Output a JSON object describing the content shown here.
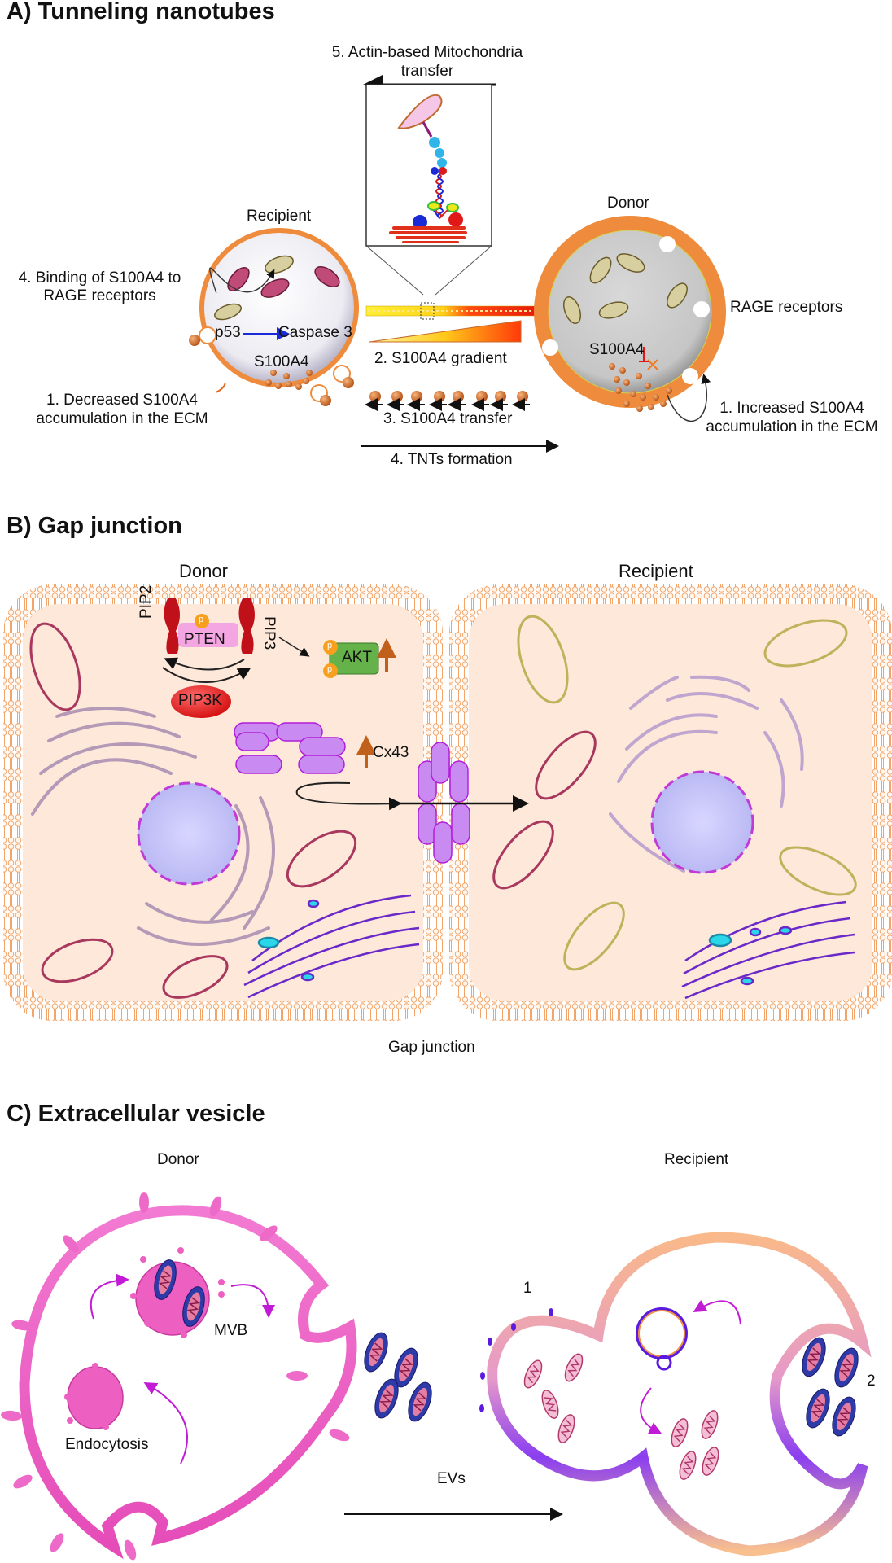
{
  "panels": {
    "a": {
      "title": "A) Tunneling nanotubes",
      "recipient_label": "Recipient",
      "donor_label": "Donor",
      "step5_line1": "5. Actin-based Mitochondria",
      "step5_line2": "transfer",
      "binding_line1": "4. Binding of S100A4 to",
      "binding_line2": "RAGE receptors",
      "rage_label": "RAGE receptors",
      "p53": "p53",
      "caspase3": "Caspase 3",
      "s100a4_recipient": "S100A4",
      "s100a4_donor": "S100A4",
      "gradient_label": "2. S100A4 gradient",
      "transfer_label": "3. S100A4 transfer",
      "tnt_formation_label": "4. TNTs formation",
      "decreased_line1": "1. Decreased S100A4",
      "decreased_line2": "accumulation in the ECM",
      "increased_line1": "1. Increased S100A4",
      "increased_line2": "accumulation in the ECM"
    },
    "b": {
      "title": "B) Gap junction",
      "donor_label": "Donor",
      "recipient_label": "Recipient",
      "pip2": "PIP2",
      "pip3": "PIP3",
      "pten": "PTEN",
      "pip3k": "PIP3K",
      "akt": "AKT",
      "phospho": "p",
      "cx43": "Cx43",
      "gap_junction_label": "Gap junction"
    },
    "c": {
      "title": "C) Extracellular vesicle",
      "donor_label": "Donor",
      "recipient_label": "Recipient",
      "mvb": "MVB",
      "endocytosis": "Endocytosis",
      "evs": "EVs",
      "route1": "1",
      "route2": "2"
    }
  },
  "colors": {
    "orange_membrane": "#f0883a",
    "cell_cytoplasm": "#fde8da",
    "lipid": "#f2a469",
    "ev_pink": "#ee5fc2",
    "cx43_purple": "#c98af2",
    "mito_pink": "#c04a78",
    "mito_gold": "#c8b878",
    "nucleus": "#c9c8f7",
    "akt_green": "#66b24a",
    "pip3k_red": "#e51c1c",
    "arrow_magenta": "#c21bd6"
  }
}
